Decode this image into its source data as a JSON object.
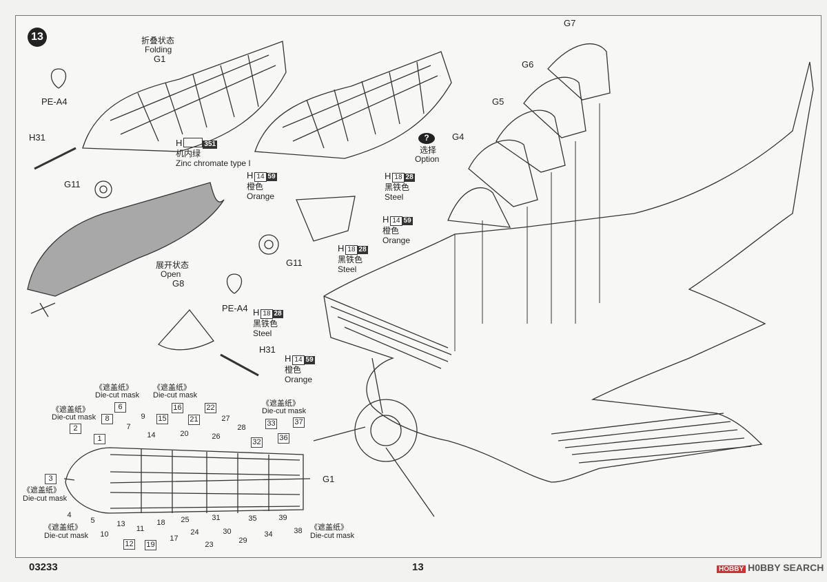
{
  "step": "13",
  "labels": {
    "folding_cn": "折叠状态",
    "folding_en": "Folding",
    "open_cn": "展开状态",
    "open_en": "Open",
    "option_cn": "选择",
    "option_en": "Option"
  },
  "parts": {
    "g1_top": "G1",
    "g1_mask": "G1",
    "g4": "G4",
    "g5": "G5",
    "g6": "G6",
    "g7": "G7",
    "g8": "G8",
    "g11_a": "G11",
    "g11_b": "G11",
    "h31_a": "H31",
    "h31_b": "H31",
    "pe_a4_a": "PE-A4",
    "pe_a4_b": "PE-A4"
  },
  "paints": [
    {
      "h": "H",
      "num": "",
      "code": "351",
      "cn": "机内绿",
      "en": "Zinc chromate type I"
    },
    {
      "h": "H",
      "num": "14",
      "code": "59",
      "cn": "橙色",
      "en": "Orange"
    },
    {
      "h": "H",
      "num": "18",
      "code": "28",
      "cn": "黑铁色",
      "en": "Steel"
    },
    {
      "h": "H",
      "num": "18",
      "code": "28",
      "cn": "黑铁色",
      "en": "Steel"
    },
    {
      "h": "H",
      "num": "14",
      "code": "59",
      "cn": "橙色",
      "en": "Orange"
    },
    {
      "h": "H",
      "num": "18",
      "code": "28",
      "cn": "黑铁色",
      "en": "Steel"
    },
    {
      "h": "H",
      "num": "14",
      "code": "59",
      "cn": "橙色",
      "en": "Orange"
    }
  ],
  "mask_labels": {
    "cn": "《遮盖纸》",
    "en": "Die-cut mask"
  },
  "mask_numbers": [
    "1",
    "2",
    "3",
    "4",
    "5",
    "6",
    "7",
    "8",
    "9",
    "10",
    "11",
    "12",
    "13",
    "14",
    "15",
    "16",
    "17",
    "18",
    "19",
    "20",
    "21",
    "22",
    "23",
    "24",
    "25",
    "26",
    "27",
    "28",
    "29",
    "30",
    "31",
    "32",
    "33",
    "34",
    "35",
    "36",
    "37",
    "38",
    "39"
  ],
  "footer": {
    "code": "03233",
    "page": "13",
    "brand_logo": "HOBBY",
    "brand": "H0BBY SEARCH"
  }
}
